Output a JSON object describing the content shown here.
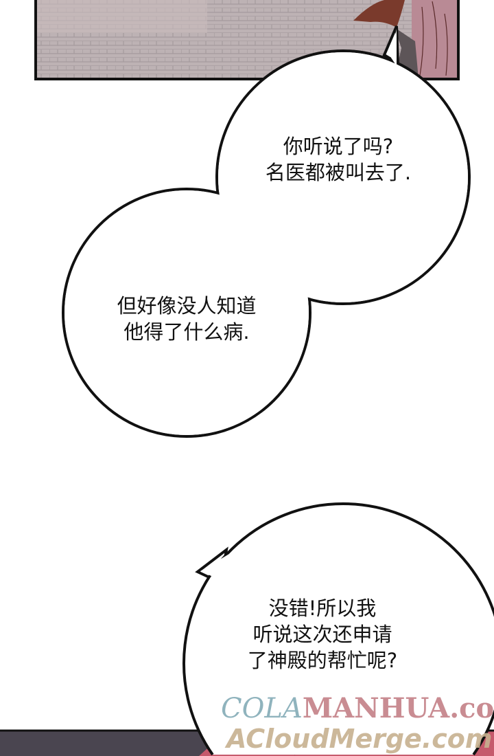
{
  "bubbles": [
    {
      "lines": [
        "你听说了吗?",
        "名医都被叫去了."
      ]
    },
    {
      "lines": [
        "但好像没人知道",
        "他得了什么病."
      ]
    },
    {
      "lines": [
        "没错!所以我",
        "听说这次还申请",
        "了神殿的帮忙呢?"
      ]
    }
  ],
  "watermark": {
    "part1": "COLA",
    "part2": "MANHUA.com",
    "line2": "ACloudMerge.com"
  },
  "colors": {
    "pavement": "#b9aeb0",
    "hair": "#7a3a2c",
    "robe": "#b98a95",
    "bottom_dark": "#4a4550",
    "bottom_pink": "#c65a6c"
  }
}
